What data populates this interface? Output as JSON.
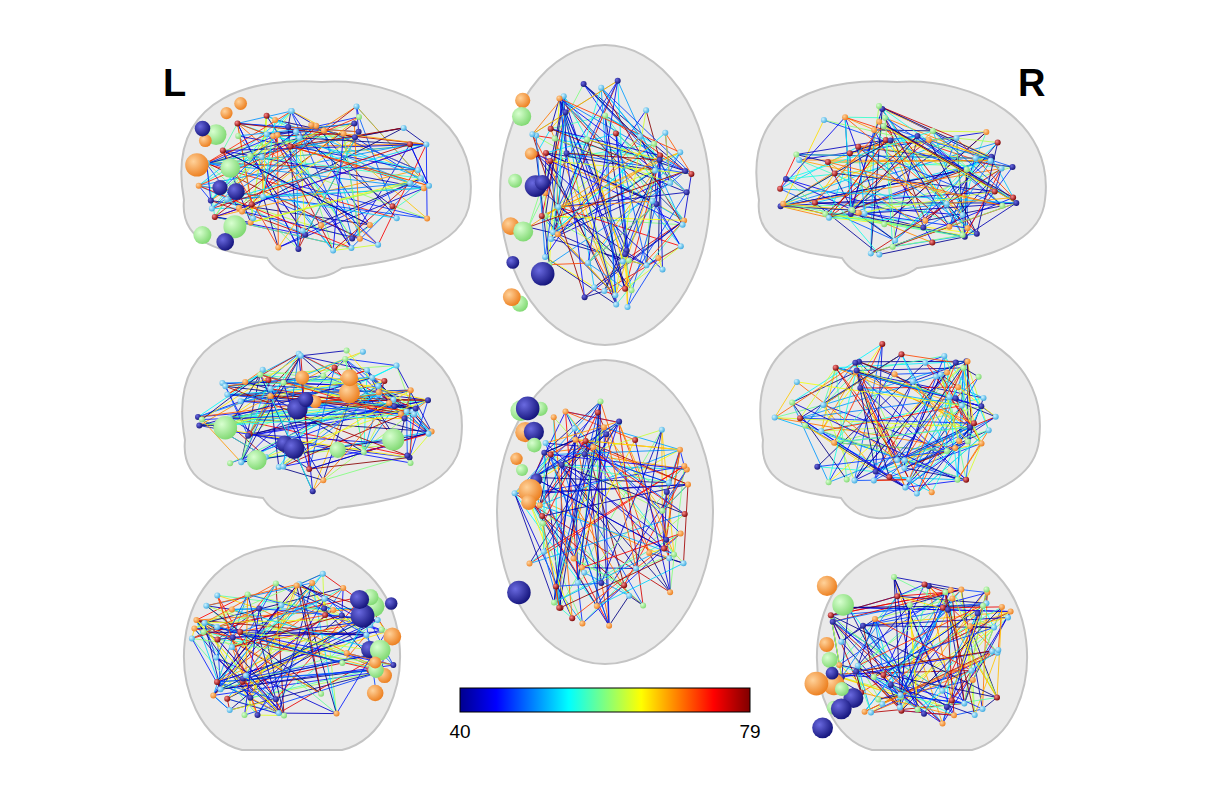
{
  "diagram": {
    "labels": [
      "L",
      "R",
      "40",
      "79"
    ]
  }
}
